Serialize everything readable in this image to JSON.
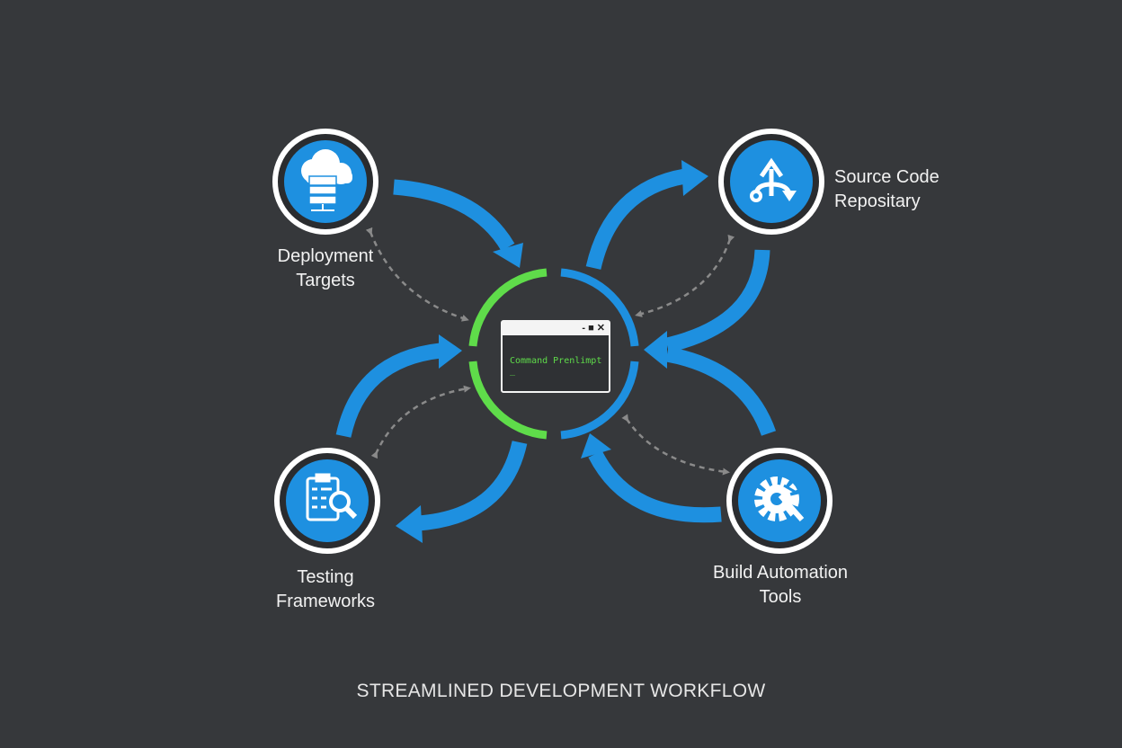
{
  "title": "STREAMLINED DEVELOPMENT WORKFLOW",
  "center": {
    "window_controls": "- ■ ✕",
    "prompt_text": "Command Prenlimpt _"
  },
  "nodes": [
    {
      "id": "deployment",
      "label_line1": "Deployment",
      "label_line2": "Targets",
      "icon": "cloud-server-icon"
    },
    {
      "id": "source",
      "label_line1": "Source Code",
      "label_line2": "Repositary",
      "icon": "git-branch-icon"
    },
    {
      "id": "testing",
      "label_line1": "Testing",
      "label_line2": "Frameworks",
      "icon": "clipboard-search-icon"
    },
    {
      "id": "build",
      "label_line1": "Build Automation",
      "label_line2": "Tools",
      "icon": "gear-hammer-icon"
    }
  ],
  "colors": {
    "background": "#36383b",
    "blue": "#1e90e0",
    "green": "#5fdc4a",
    "dashed": "#8a8a8a",
    "ring": "#ffffff"
  }
}
